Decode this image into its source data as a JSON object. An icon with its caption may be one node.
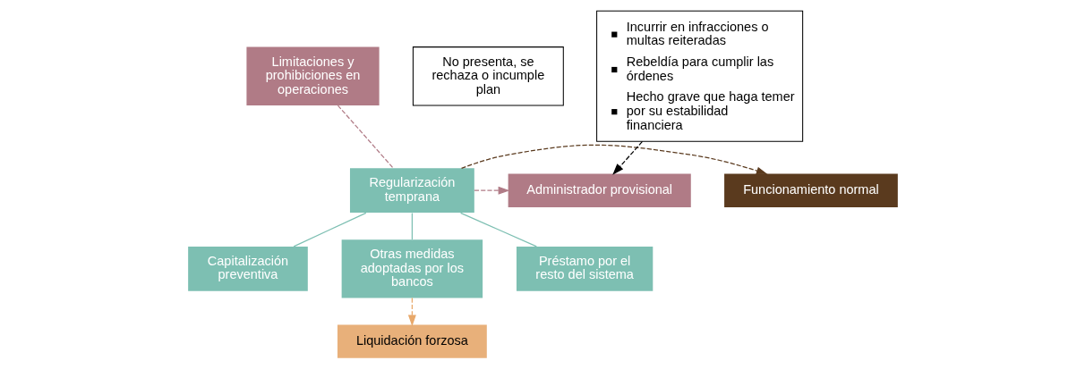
{
  "diagram": {
    "nodes": [
      {
        "text": [
          "Limitaciones y prohibiciones en operaciones"
        ]
      },
      {
        "text": [
          "No presenta, se rechaza o incumple plan"
        ]
      },
      {
        "text": [
          "Administrador provisional"
        ]
      },
      {
        "text": [
          "Regularización temprana"
        ]
      },
      {
        "text": [
          "Funcionamiento normal"
        ]
      },
      {
        "text": [
          "Incurrir en infracciones o multas reiteradas",
          "Rebeldía para cumplir las órdenes",
          "Hecho grave que haga temer por su estabilidad financiera"
        ]
      },
      {
        "text": [
          "Capitalización preventiva"
        ]
      },
      {
        "text": [
          "Otras medidas adoptadas por los bancos"
        ]
      },
      {
        "text": [
          "Préstamo por el resto del sistema"
        ]
      },
      {
        "text": [
          "Liquidación forzosa"
        ]
      }
    ],
    "edges": [
      {
        "from": 0,
        "to": 3,
        "arrow": "none",
        "style": "dashed",
        "color": "#b07b86"
      },
      {
        "from": 3,
        "to": 2,
        "arrow": "to",
        "style": "dashed",
        "color": "#b07b86"
      },
      {
        "from": 3,
        "to": 4,
        "arrow": "to",
        "style": "dashed",
        "color": "#5a3a1e"
      },
      {
        "from": 5,
        "to": 2,
        "arrow": "to",
        "style": "dashed",
        "color": "#000000"
      },
      {
        "from": 3,
        "to": 6,
        "arrow": "none"
      },
      {
        "from": 3,
        "to": 7,
        "arrow": "none"
      },
      {
        "from": 3,
        "to": 8,
        "arrow": "none"
      },
      {
        "from": 7,
        "to": 9,
        "arrow": "to",
        "style": "dashed",
        "color": "#e8a86a"
      }
    ]
  }
}
